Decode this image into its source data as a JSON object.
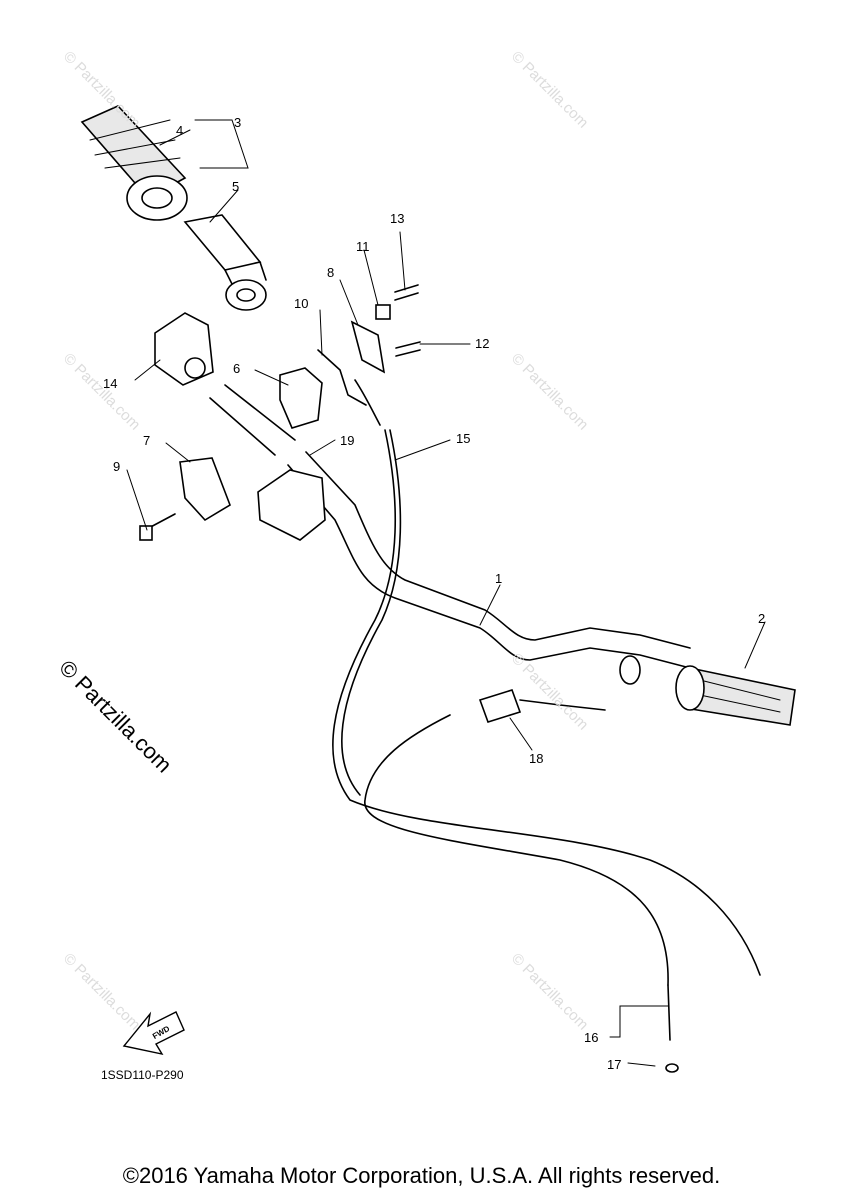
{
  "parts": [
    {
      "id": "p1",
      "label": "1"
    },
    {
      "id": "p2",
      "label": "2"
    },
    {
      "id": "p3",
      "label": "3"
    },
    {
      "id": "p4",
      "label": "4"
    },
    {
      "id": "p5",
      "label": "5"
    },
    {
      "id": "p6",
      "label": "6"
    },
    {
      "id": "p7",
      "label": "7"
    },
    {
      "id": "p8",
      "label": "8"
    },
    {
      "id": "p9",
      "label": "9"
    },
    {
      "id": "p10",
      "label": "10"
    },
    {
      "id": "p11",
      "label": "11"
    },
    {
      "id": "p12",
      "label": "12"
    },
    {
      "id": "p13",
      "label": "13"
    },
    {
      "id": "p14",
      "label": "14"
    },
    {
      "id": "p15",
      "label": "15"
    },
    {
      "id": "p16",
      "label": "16"
    },
    {
      "id": "p17",
      "label": "17"
    },
    {
      "id": "p18",
      "label": "18"
    },
    {
      "id": "p19",
      "label": "19"
    }
  ],
  "watermark_small": "© Partzilla.com",
  "watermark_large": "© Partzilla.com",
  "direction_badge": "FWD",
  "diagram_code": "1SSD110-P290",
  "copyright": "©2016 Yamaha Motor Corporation, U.S.A. All rights reserved."
}
